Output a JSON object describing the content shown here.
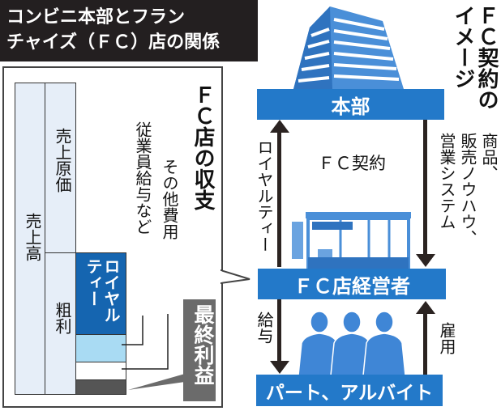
{
  "title": {
    "line1": "コンビニ本部とフラン",
    "line2": "チャイズ（ＦＣ）店の関係"
  },
  "left_panel": {
    "heading": "ＦＣ店の収支",
    "bars": {
      "sales": "売上高",
      "cost_of_sales": "売上原価",
      "gross_profit": "粗利",
      "royalty": "ロイヤルティー",
      "royalty_line1": "ロイヤル",
      "royalty_line2": "ティー"
    },
    "labels": {
      "salaries": "従業員給与など",
      "other_expenses": "その他費用",
      "net_profit": "最終利益"
    }
  },
  "right_panel": {
    "heading_line1": "ＦＣ契約の",
    "heading_line2": "イメージ",
    "headquarters": "本部",
    "contract": "ＦＣ契約",
    "royalty": "ロイヤルティー",
    "provided_line1": "商品、",
    "provided_line2": "販売ノウハウ、",
    "provided_line3": "営業システム",
    "owner": "ＦＣ店経営者",
    "salary": "給与",
    "employment": "雇用",
    "part_timers": "パート、アルバイト"
  },
  "colors": {
    "blue": "#2379c9",
    "dark_blue": "#1565b0",
    "light_blue": "#a9dbf3",
    "bar_bg": "#e6eef8",
    "gray": "#6b6b6b"
  }
}
